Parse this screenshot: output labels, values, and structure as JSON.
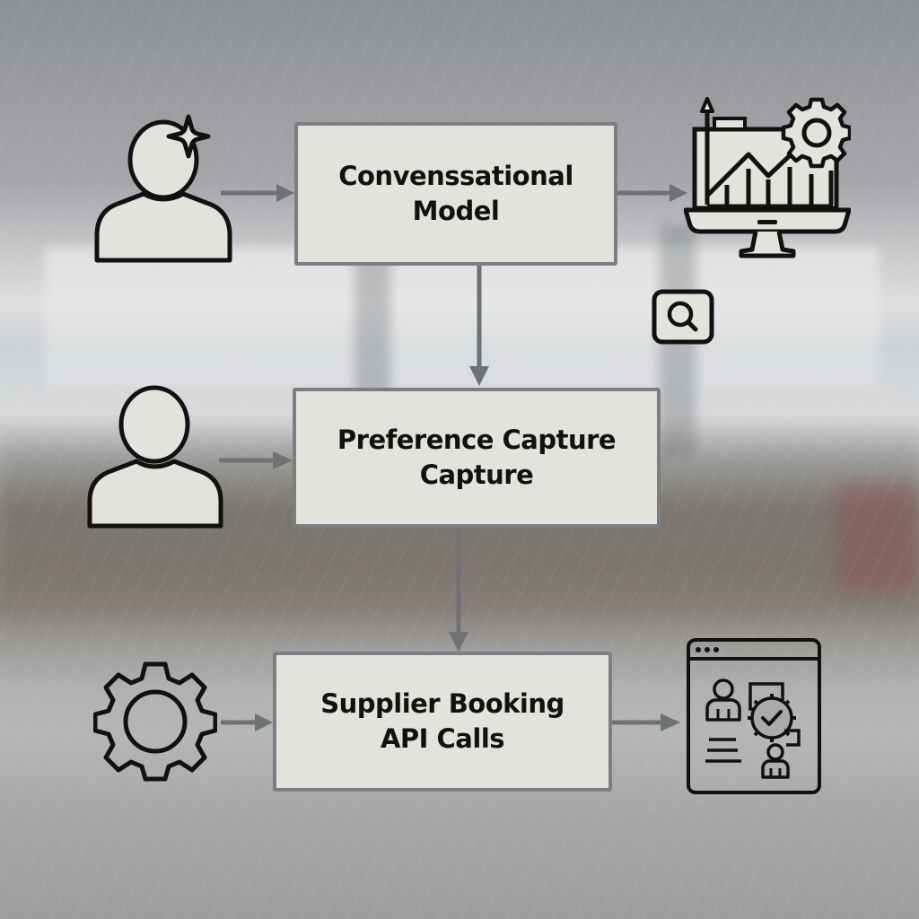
{
  "diagram": {
    "nodes": [
      {
        "id": "conversational-model",
        "lines": [
          "Convenssational",
          "Model"
        ]
      },
      {
        "id": "preference-capture",
        "lines": [
          "Preference Capture",
          "Capture"
        ]
      },
      {
        "id": "supplier-booking",
        "lines": [
          "Supplier Booking",
          "API Calls"
        ]
      }
    ],
    "icons": [
      {
        "name": "user-with-sparkle-icon",
        "row": 1,
        "side": "left"
      },
      {
        "name": "analytics-monitor-gear-icon",
        "row": 1,
        "side": "right"
      },
      {
        "name": "search-icon",
        "row": 1,
        "side": "right-below"
      },
      {
        "name": "user-icon",
        "row": 2,
        "side": "left"
      },
      {
        "name": "gear-icon",
        "row": 3,
        "side": "left"
      },
      {
        "name": "browser-users-approval-icon",
        "row": 3,
        "side": "right"
      }
    ],
    "edges": [
      {
        "from": "user-with-sparkle-icon",
        "to": "conversational-model"
      },
      {
        "from": "conversational-model",
        "to": "analytics-monitor-gear-icon"
      },
      {
        "from": "conversational-model",
        "to": "preference-capture"
      },
      {
        "from": "user-icon",
        "to": "preference-capture"
      },
      {
        "from": "preference-capture",
        "to": "supplier-booking"
      },
      {
        "from": "gear-icon",
        "to": "supplier-booking"
      },
      {
        "from": "supplier-booking",
        "to": "browser-users-approval-icon"
      }
    ],
    "colors": {
      "node_fill": "#e4e2dc",
      "node_border": "#7c7f82",
      "arrow": "#6f7275",
      "icon_stroke": "#111111",
      "text": "#111111"
    }
  }
}
